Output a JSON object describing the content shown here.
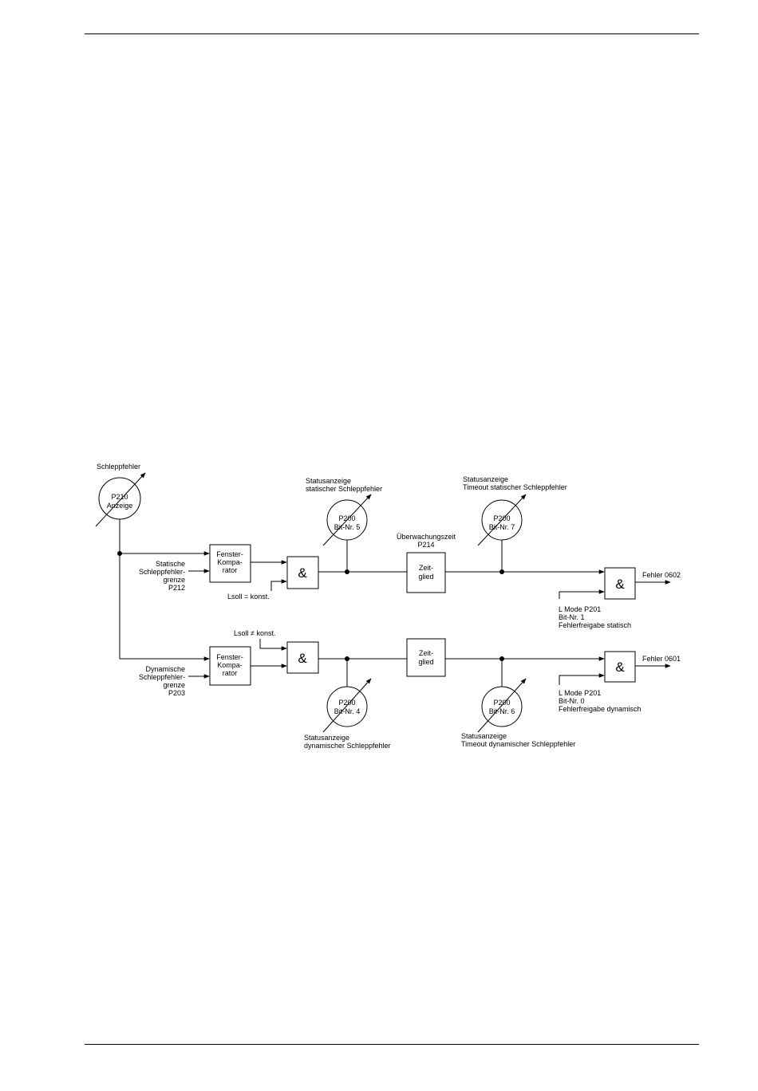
{
  "page": {
    "header_rule": true,
    "footer_rule": true
  },
  "diagram": {
    "schleppfehler_label": "Schleppfehler",
    "p210": {
      "line1": "P210",
      "line2": "Anzeige"
    },
    "static_input": {
      "line1": "Statische",
      "line2": "Schleppfehler-",
      "line3": "grenze",
      "line4": "P212"
    },
    "dynamic_input": {
      "line1": "Dynamische",
      "line2": "Schleppfehler-",
      "line3": "grenze",
      "line4": "P203"
    },
    "comparator": {
      "line1": "Fenster-",
      "line2": "Kompa-",
      "line3": "rator"
    },
    "and_symbol": "&",
    "lsoll_const": "Lsoll = konst.",
    "lsoll_not_const": "Lsoll ≠ konst.",
    "p200": "P200",
    "bit5": "Bit-Nr. 5",
    "bit7": "Bit-Nr. 7",
    "bit4": "Bit-Nr. 4",
    "bit6": "Bit-Nr. 6",
    "status_static": {
      "line1": "Statusanzeige",
      "line2": "statischer Schleppfehler"
    },
    "status_timeout_static": {
      "line1": "Statusanzeige",
      "line2": "Timeout statischer Schleppfehler"
    },
    "status_dynamic": {
      "line1": "Statusanzeige",
      "line2": "dynamischer Schleppfehler"
    },
    "status_timeout_dynamic": {
      "line1": "Statusanzeige",
      "line2": "Timeout dynamischer Schleppfehler"
    },
    "monitoring_time": {
      "line1": "Überwachungszeit",
      "line2": "P214"
    },
    "timer": {
      "line1": "Zeit-",
      "line2": "glied"
    },
    "fehler_0602": "Fehler 0602",
    "fehler_0601": "Fehler 0601",
    "enable_static": {
      "line1": "L Mode P201",
      "line2": "Bit-Nr. 1",
      "line3": "Fehlerfreigabe statisch"
    },
    "enable_dynamic": {
      "line1": "L Mode P201",
      "line2": "Bit-Nr. 0",
      "line3": "Fehlerfreigabe dynamisch"
    }
  }
}
